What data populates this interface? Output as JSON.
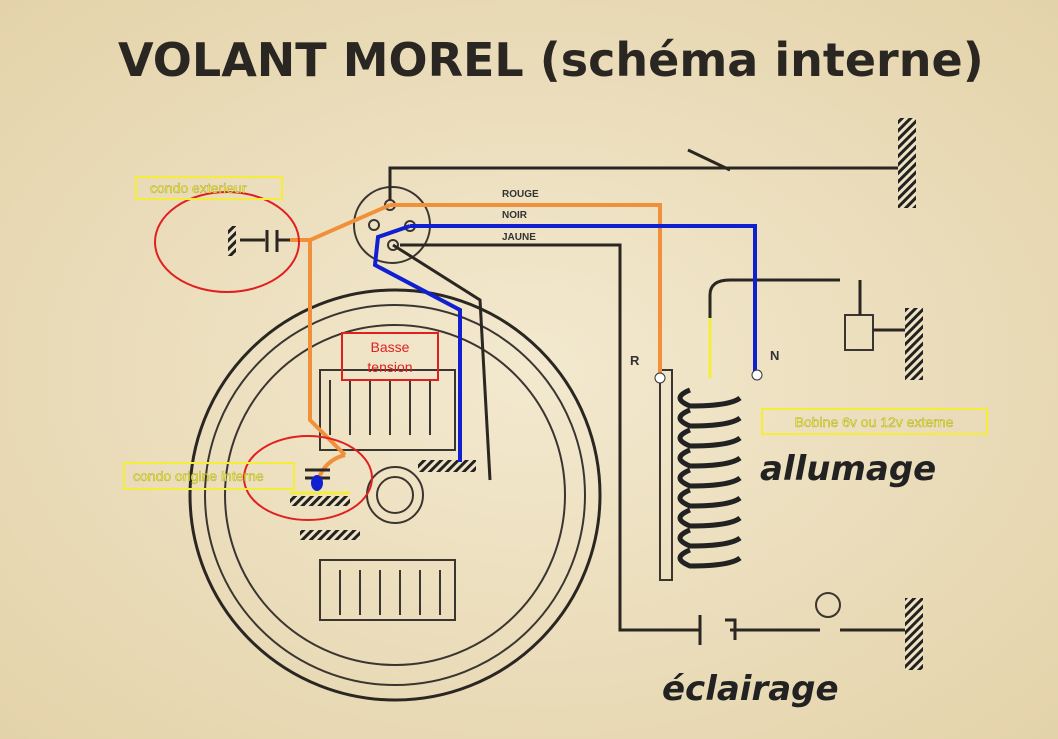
{
  "title": "VOLANT MOREL (schéma interne)",
  "wires": {
    "rouge": "ROUGE",
    "noir": "NOIR",
    "jaune": "JAUNE",
    "r": "R",
    "n": "N"
  },
  "labels": {
    "allumage": "allumage",
    "eclairage": "éclairage"
  },
  "annotations": {
    "condo_exterieur": "condo exterieur",
    "basse_tension_1": "Basse",
    "basse_tension_2": "tension",
    "condo_origine": "condo origine interne",
    "bobine": "Bobine 6v ou 12v externe"
  },
  "colors": {
    "orange": "#f0903a",
    "blue": "#1020d0",
    "yellow": "#f4ee3a",
    "red": "#e02020",
    "paper": "#efe3c4"
  }
}
